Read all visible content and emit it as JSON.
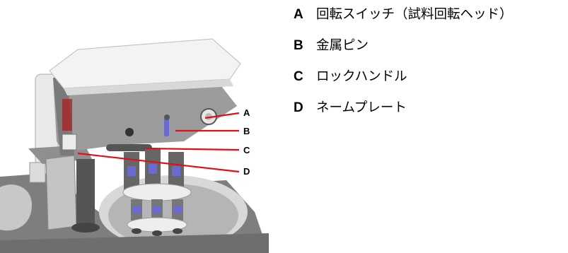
{
  "legend": {
    "items": [
      {
        "letter": "A",
        "text": "回転スイッチ（試料回転ヘッド）"
      },
      {
        "letter": "B",
        "text": "金属ピン"
      },
      {
        "letter": "C",
        "text": "ロックハンドル"
      },
      {
        "letter": "D",
        "text": "ネームプレート"
      }
    ]
  },
  "callouts": [
    {
      "label": "A",
      "line_color": "#e0101a"
    },
    {
      "label": "B",
      "line_color": "#e0101a"
    },
    {
      "label": "C",
      "line_color": "#e0101a"
    },
    {
      "label": "D",
      "line_color": "#e0101a"
    }
  ],
  "colors": {
    "housing": "#9a9a9a",
    "housing_top": "#f2f2f2",
    "base": "#7c7c7c",
    "holder_blue": "#6a6ad0",
    "callout_red": "#e0101a"
  }
}
